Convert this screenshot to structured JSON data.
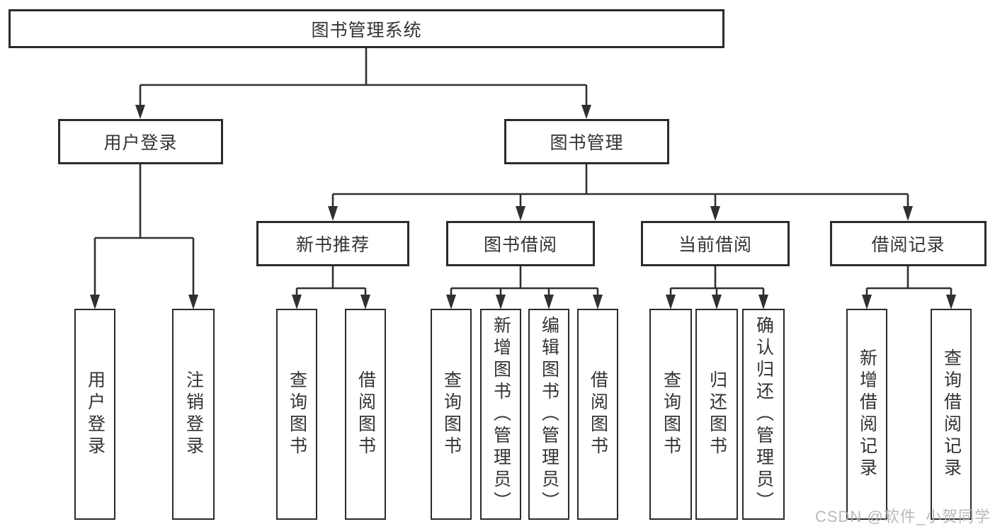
{
  "tree": {
    "root": {
      "label": "图书管理系统"
    },
    "branches": [
      {
        "label": "用户登录",
        "leaves": [
          {
            "label": "用户登录"
          },
          {
            "label": "注销登录"
          }
        ]
      },
      {
        "label": "图书管理",
        "groups": [
          {
            "label": "新书推荐",
            "leaves": [
              {
                "label": "查询图书"
              },
              {
                "label": "借阅图书"
              }
            ]
          },
          {
            "label": "图书借阅",
            "leaves": [
              {
                "label": "查询图书"
              },
              {
                "label": "新增图书（管理员）"
              },
              {
                "label": "编辑图书（管理员）"
              },
              {
                "label": "借阅图书"
              }
            ]
          },
          {
            "label": "当前借阅",
            "leaves": [
              {
                "label": "查询图书"
              },
              {
                "label": "归还图书"
              },
              {
                "label": "确认归还（管理员）"
              }
            ]
          },
          {
            "label": "借阅记录",
            "leaves": [
              {
                "label": "新增借阅记录"
              },
              {
                "label": "查询借阅记录"
              }
            ]
          }
        ]
      }
    ]
  },
  "watermark": {
    "text": "CSDN @软件_小贺同学"
  },
  "colors": {
    "line": "#303030",
    "box_border": "#2b2b2b",
    "text": "#333333",
    "background": "#ffffff",
    "watermark": "#adb2b5"
  }
}
